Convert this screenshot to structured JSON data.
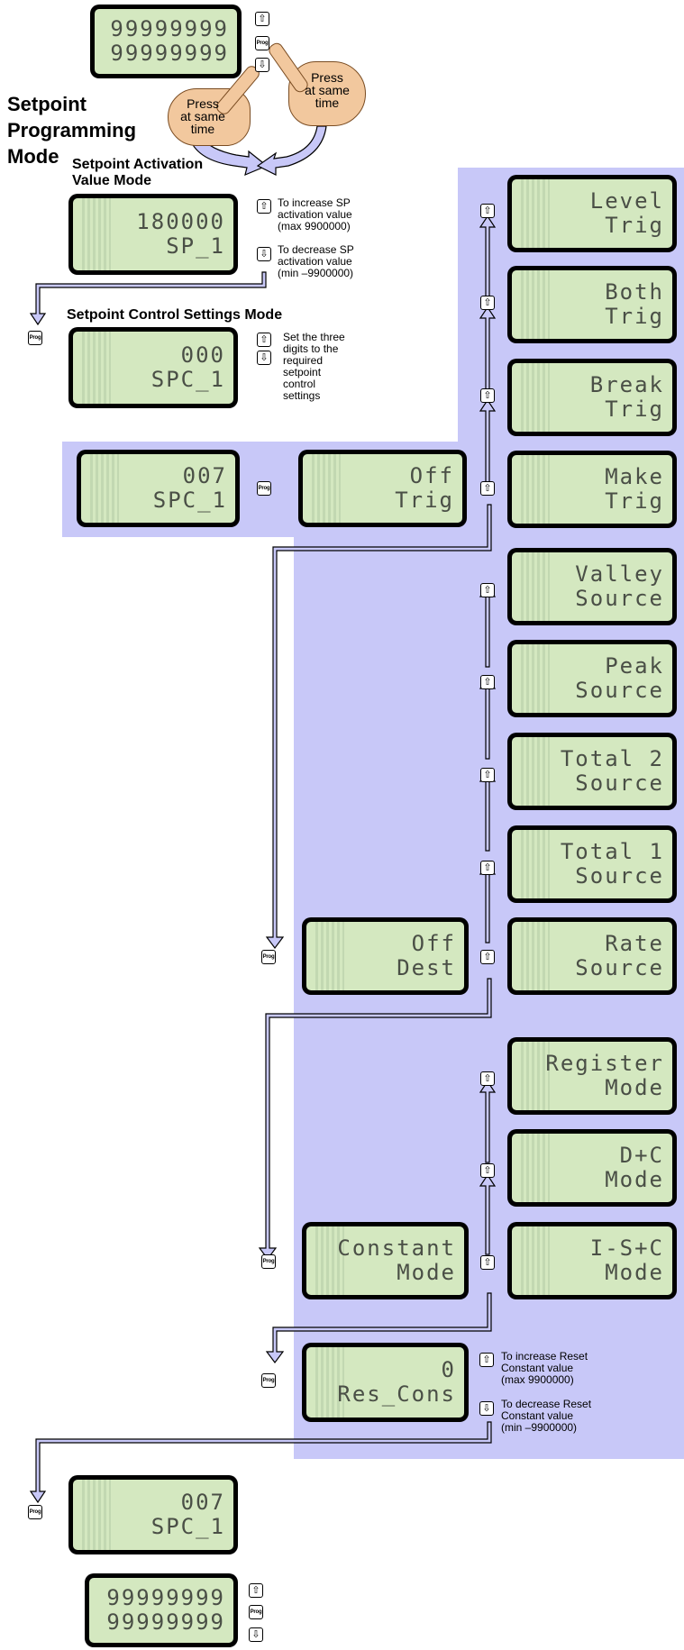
{
  "titles": {
    "main": [
      "Setpoint",
      "Programming",
      "Mode"
    ],
    "activation": [
      "Setpoint Activation",
      "Value Mode"
    ],
    "control": "Setpoint Control Settings Mode"
  },
  "press_label": [
    "Press",
    "at same",
    "time"
  ],
  "keys": {
    "up": "⇧",
    "down": "⇩",
    "prog": "Prog"
  },
  "displays": {
    "top": [
      "99999999",
      "99999999"
    ],
    "sp_value": [
      "180000",
      "SP_1"
    ],
    "spc_000": [
      "000",
      "SPC_1"
    ],
    "spc_007": [
      "007",
      "SPC_1"
    ],
    "off_trig": [
      "Off",
      "Trig"
    ],
    "level_trig": [
      "Level",
      "Trig"
    ],
    "both_trig": [
      "Both",
      "Trig"
    ],
    "break_trig": [
      "Break",
      "Trig"
    ],
    "make_trig": [
      "Make",
      "Trig"
    ],
    "valley_source": [
      "Valley",
      "Source"
    ],
    "peak_source": [
      "Peak",
      "Source"
    ],
    "total2_source": [
      "Total 2",
      "Source"
    ],
    "total1_source": [
      "Total 1",
      "Source"
    ],
    "rate_source": [
      "Rate",
      "Source"
    ],
    "off_dest": [
      "Off",
      "Dest"
    ],
    "register_mode": [
      "Register",
      "Mode"
    ],
    "dc_mode": [
      "D+C",
      "Mode"
    ],
    "constant_mode": [
      "Constant",
      "Mode"
    ],
    "isc_mode": [
      "I-S+C",
      "Mode"
    ],
    "res_cons": [
      "0",
      "Res_Cons"
    ],
    "spc_007_end": [
      "007",
      "SPC_1"
    ],
    "bottom": [
      "99999999",
      "99999999"
    ]
  },
  "notes": {
    "sp_increase": [
      "To increase SP",
      "activation value",
      "(max 9900000)"
    ],
    "sp_decrease": [
      "To decrease SP",
      "activation value",
      "(min –9900000)"
    ],
    "spc_set": [
      "Set the three",
      "digits to the",
      "required",
      "setpoint",
      "control",
      "settings"
    ],
    "res_increase": [
      "To increase Reset",
      "Constant value",
      "(max 9900000)"
    ],
    "res_decrease": [
      "To decrease Reset",
      "Constant value",
      "(min –9900000)"
    ]
  },
  "colors": {
    "panel": "#c8c8f8",
    "lcd_bg": "#d4e8c0",
    "lcd_text": "#4a4f46",
    "arrow_fill": "#c8c8f8"
  }
}
